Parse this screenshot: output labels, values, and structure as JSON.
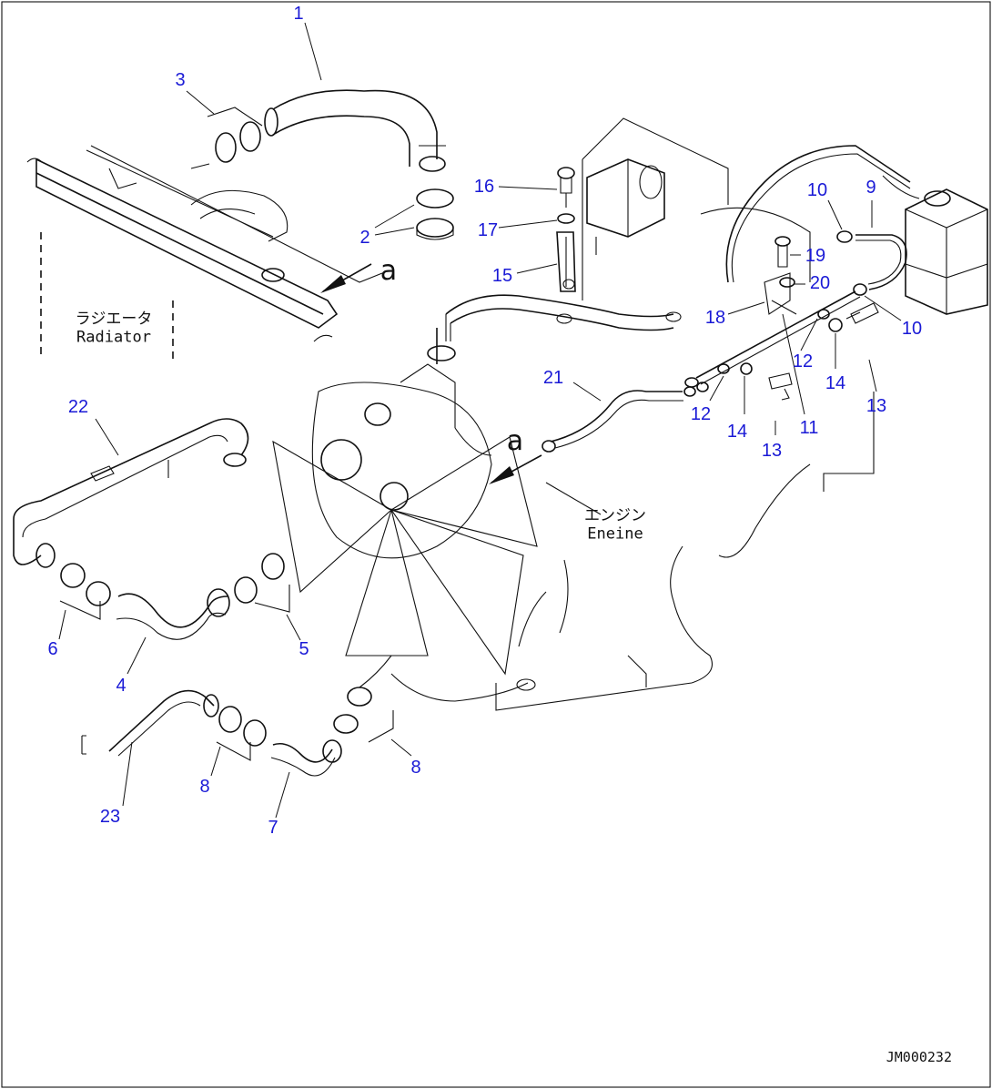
{
  "labels": {
    "p1": "1",
    "p2": "2",
    "p3": "3",
    "p4": "4",
    "p5": "5",
    "p6": "6",
    "p7": "7",
    "p8a": "8",
    "p8b": "8",
    "p9": "9",
    "p10a": "10",
    "p10b": "10",
    "p11": "11",
    "p12a": "12",
    "p12b": "12",
    "p13a": "13",
    "p13b": "13",
    "p14a": "14",
    "p14b": "14",
    "p15": "15",
    "p16": "16",
    "p17": "17",
    "p18": "18",
    "p19": "19",
    "p20": "20",
    "p21": "21",
    "p22": "22",
    "p23": "23"
  },
  "notes": {
    "radiator_jp": "ラジエータ",
    "radiator_en": "Radiator",
    "engine_jp": "エンジン",
    "engine_en": "Eneine"
  },
  "view_marks": {
    "a_top": "a",
    "a_mid": "a"
  },
  "drawing_code": "JM000232",
  "colors": {
    "part_number": "#1a1ad6",
    "line": "#111111",
    "background": "#ffffff"
  }
}
